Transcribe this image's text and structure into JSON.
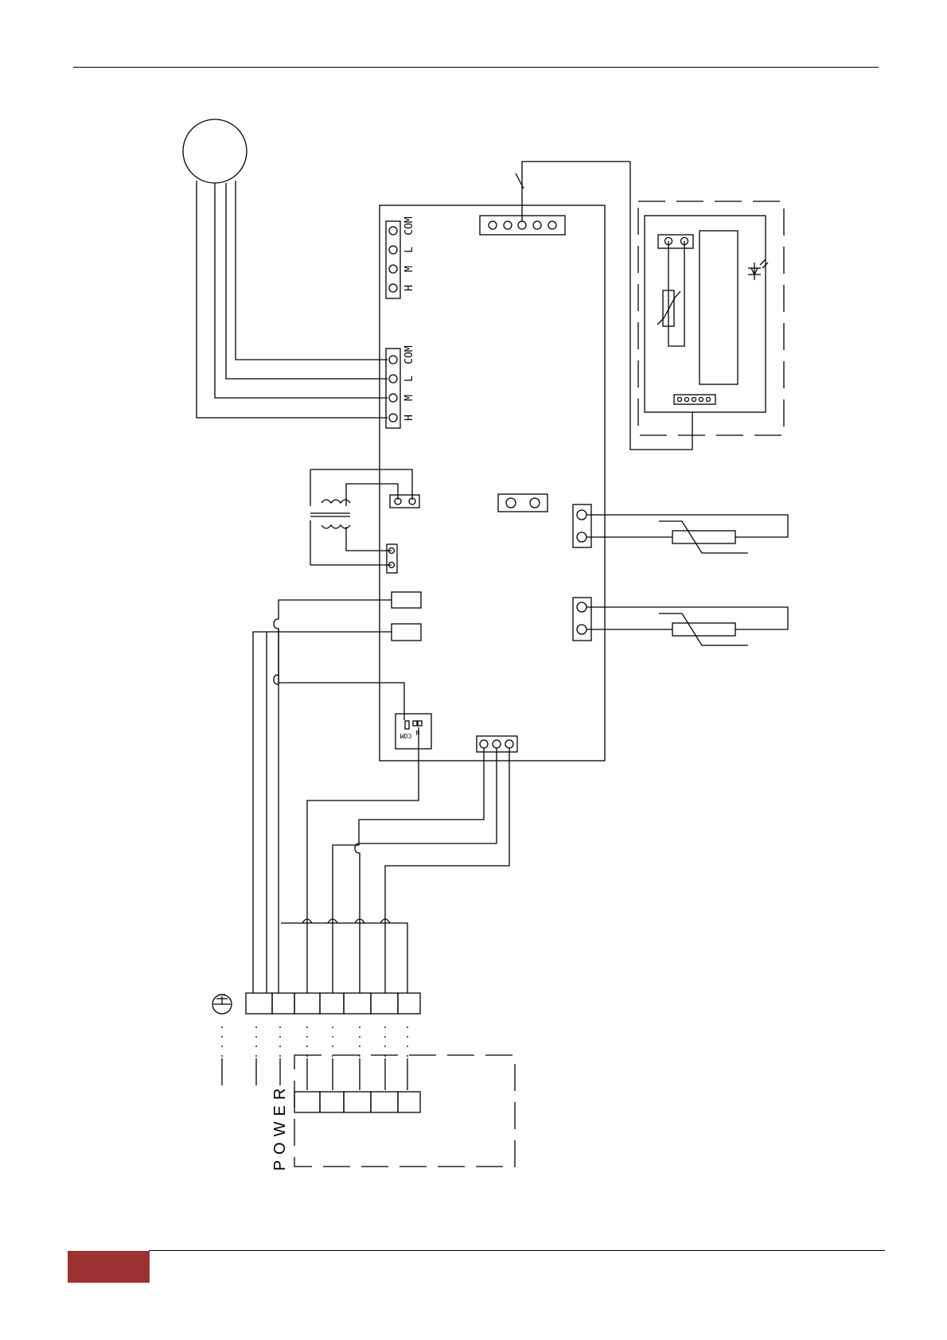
{
  "colors": {
    "line": "#000000",
    "footer_accent": "#9b3232",
    "background": "#ffffff"
  },
  "diagram": {
    "fan_terminal_labels": [
      "COM",
      "L",
      "M",
      "H"
    ],
    "power_label": "POWER",
    "jumper_labels": [
      "COM",
      "N"
    ],
    "ground_symbol": "ground-icon"
  }
}
